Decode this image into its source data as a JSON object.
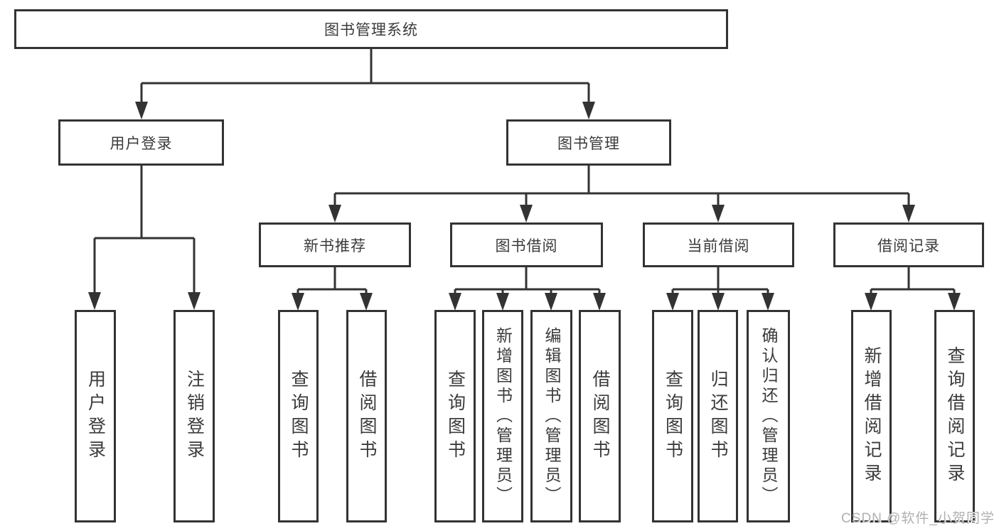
{
  "diagram": {
    "type": "hierarchy-flowchart",
    "colors": {
      "line": "#333333",
      "box_border": "#333333",
      "text": "#3b3b3b",
      "background": "#ffffff",
      "watermark_text": "#b0b0b0"
    },
    "tree": {
      "root": {
        "label": "图书管理系统"
      },
      "level1": [
        {
          "label": "用户登录"
        },
        {
          "label": "图书管理"
        }
      ],
      "level2": [
        {
          "label": "新书推荐",
          "parent": "图书管理"
        },
        {
          "label": "图书借阅",
          "parent": "图书管理"
        },
        {
          "label": "当前借阅",
          "parent": "图书管理"
        },
        {
          "label": "借阅记录",
          "parent": "图书管理"
        }
      ],
      "leaves": [
        {
          "label": "用户登录",
          "parent": "用户登录"
        },
        {
          "label": "注销登录",
          "parent": "用户登录"
        },
        {
          "label": "查询图书",
          "parent": "新书推荐"
        },
        {
          "label": "借阅图书",
          "parent": "新书推荐"
        },
        {
          "label": "查询图书",
          "parent": "图书借阅"
        },
        {
          "label": "新增图书（管理员）",
          "parent": "图书借阅"
        },
        {
          "label": "编辑图书（管理员）",
          "parent": "图书借阅"
        },
        {
          "label": "借阅图书",
          "parent": "图书借阅"
        },
        {
          "label": "查询图书",
          "parent": "当前借阅"
        },
        {
          "label": "归还图书",
          "parent": "当前借阅"
        },
        {
          "label": "确认归还（管理员）",
          "parent": "当前借阅"
        },
        {
          "label": "新增借阅记录",
          "parent": "借阅记录"
        },
        {
          "label": "查询借阅记录",
          "parent": "借阅记录"
        }
      ]
    },
    "watermark": "CSDN @软件_小贺同学"
  }
}
